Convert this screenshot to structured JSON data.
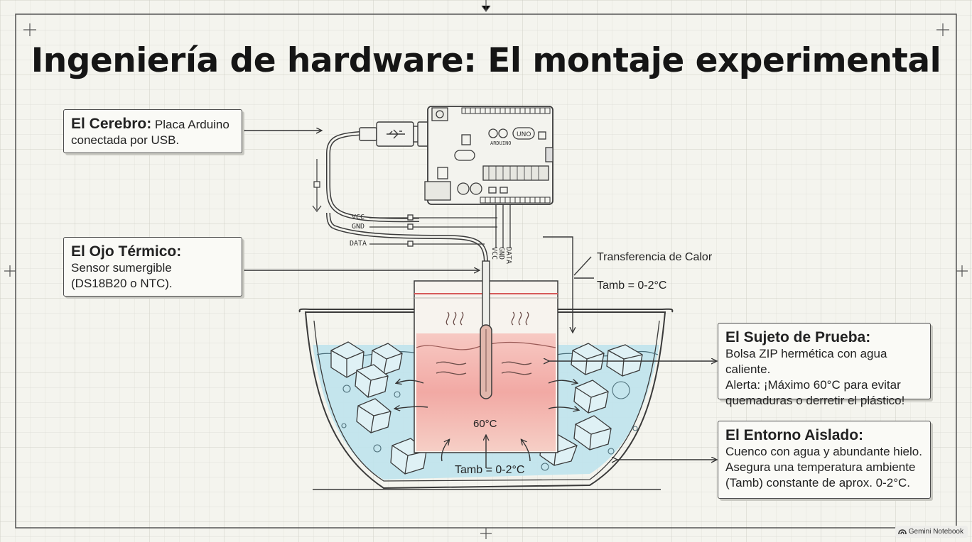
{
  "title": "Ingeniería de hardware: El montaje experimental",
  "callouts": {
    "brain": {
      "head": "El Cerebro:",
      "text_1": " Placa Arduino",
      "text_2": "conectada por USB."
    },
    "eye": {
      "head": "El Ojo Térmico:",
      "text_1": "Sensor sumergible",
      "text_2": "(DS18B20 o NTC)."
    },
    "subject": {
      "head": "El Sujeto de Prueba:",
      "text_1": "Bolsa ZIP hermética con agua caliente.",
      "text_2": "Alerta: ¡Máximo 60°C para evitar",
      "text_3": "quemaduras o derretir el plástico!"
    },
    "environment": {
      "head": "El Entorno Aislado:",
      "text_1": "Cuenco con agua y abundante hielo.",
      "text_2": "Asegura una temperatura ambiente",
      "text_3": "(Tamb) constante de aprox. 0-2°C."
    }
  },
  "labels": {
    "heat_transfer": "Transferencia de Calor",
    "tamb_right": "Tamb = 0-2°C",
    "bag_temp": "60°C",
    "tamb_bottom": "Tamb = 0-2°C"
  },
  "wires": {
    "vcc": "VCC",
    "gnd": "GND",
    "data": "DATA"
  },
  "board": {
    "brand": "ARDUINO",
    "model": "UNO"
  },
  "watermark": "Gemini Notebook",
  "colors": {
    "water": "#bfe3ec",
    "hot_water": "#f2a9a4",
    "line": "#3a3a3a",
    "background": "#f4f4ee"
  }
}
